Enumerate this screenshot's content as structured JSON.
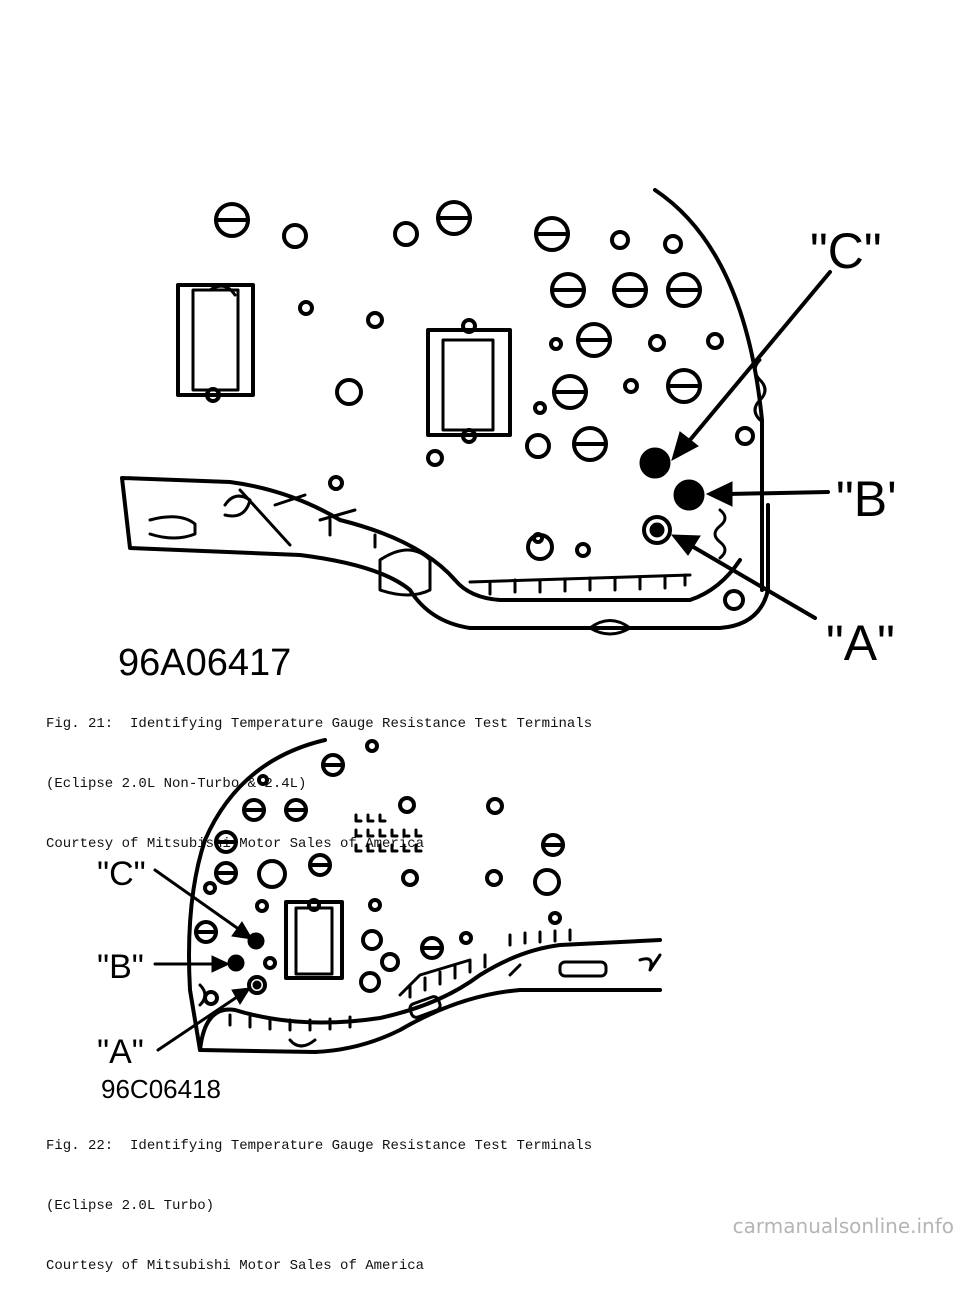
{
  "figure21": {
    "id_label": "96A06417",
    "callouts": {
      "c": "\"C\"",
      "b": "\"B'",
      "a": "\"A\""
    },
    "caption": [
      "Fig. 21:  Identifying Temperature Gauge Resistance Test Terminals",
      "(Eclipse 2.0L Non-Turbo & 2.4L)",
      "Courtesy of Mitsubishi Motor Sales of America"
    ]
  },
  "figure22": {
    "id_label": "96C06418",
    "callouts": {
      "c": "\"C\"",
      "b": "\"B\"",
      "a": "\"A\""
    },
    "caption": [
      "Fig. 22:  Identifying Temperature Gauge Resistance Test Terminals",
      "(Eclipse 2.0L Turbo)",
      "Courtesy of Mitsubishi Motor Sales of America"
    ]
  },
  "watermark": "carmanualsonline.info"
}
